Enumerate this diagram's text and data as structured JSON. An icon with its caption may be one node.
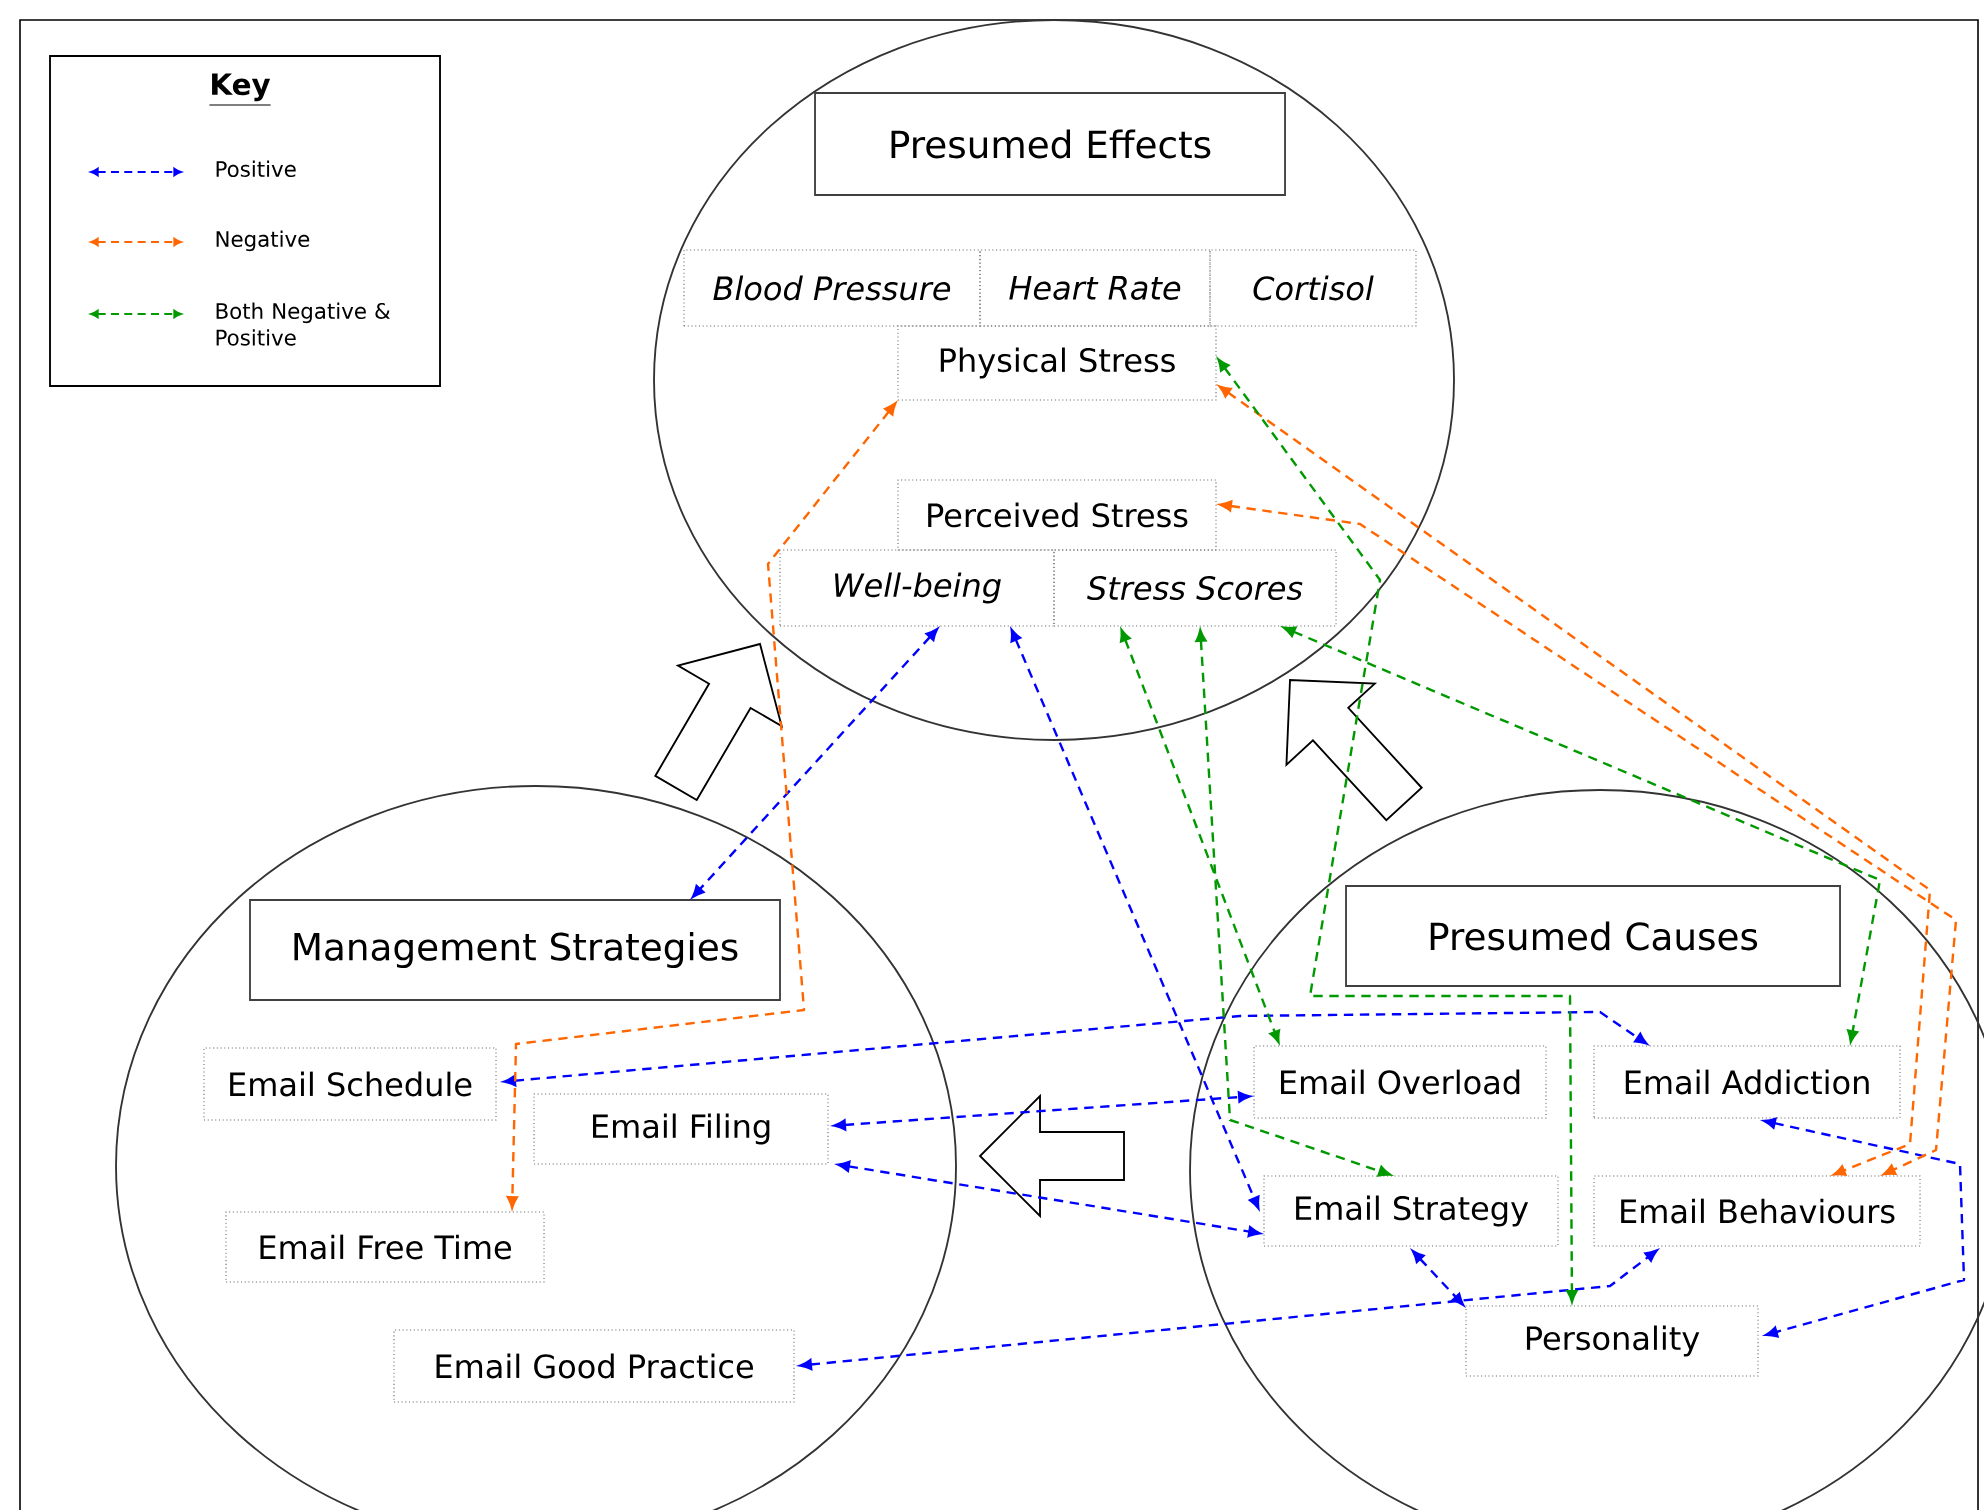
{
  "diagram": {
    "nodes": [
      {
        "text": [],
        "shape": "circle"
      },
      {
        "text": [
          "Presumed Effects"
        ],
        "in": 0
      },
      {
        "text": [
          "Blood Pressure"
        ],
        "in": 0
      },
      {
        "text": [
          "Heart Rate"
        ],
        "in": 0
      },
      {
        "text": [
          "Cortisol"
        ],
        "in": 0
      },
      {
        "text": [
          "Physical Stress"
        ],
        "in": 0
      },
      {
        "text": [
          "Perceived Stress"
        ],
        "in": 0
      },
      {
        "text": [
          "Well-being"
        ],
        "in": 0
      },
      {
        "text": [
          "Stress Scores"
        ],
        "in": 0
      },
      {
        "text": [],
        "shape": "circle"
      },
      {
        "text": [
          "Management Strategies"
        ],
        "in": 9
      },
      {
        "text": [
          "Email Schedule"
        ],
        "in": 9
      },
      {
        "text": [
          "Email Filing"
        ],
        "in": 9
      },
      {
        "text": [
          "Email Free Time"
        ],
        "in": 9
      },
      {
        "text": [
          "Email Good Practice"
        ],
        "in": 9
      },
      {
        "text": [],
        "shape": "circle"
      },
      {
        "text": [
          "Presumed Causes"
        ],
        "in": 15
      },
      {
        "text": [
          "Email Overload"
        ],
        "in": 15
      },
      {
        "text": [
          "Email Addiction"
        ],
        "in": 15
      },
      {
        "text": [
          "Email Strategy"
        ],
        "in": 15
      },
      {
        "text": [
          "Email Behaviours"
        ],
        "in": 15
      },
      {
        "text": [
          "Personality"
        ],
        "in": 15
      }
    ],
    "edges": [
      {
        "from": 9,
        "to": 0,
        "arrow": "to"
      },
      {
        "from": 15,
        "to": 0,
        "arrow": "to"
      },
      {
        "from": 15,
        "to": 9,
        "arrow": "to"
      },
      {
        "from": 7,
        "to": 10,
        "arrow": "both",
        "style": "dashed",
        "color": "#0000ff"
      },
      {
        "from": 7,
        "to": 19,
        "arrow": "both",
        "style": "dashed",
        "color": "#0000ff"
      },
      {
        "from": 11,
        "to": 18,
        "arrow": "both",
        "style": "dashed",
        "color": "#0000ff"
      },
      {
        "from": 12,
        "to": 17,
        "arrow": "both",
        "style": "dashed",
        "color": "#0000ff"
      },
      {
        "from": 12,
        "to": 19,
        "arrow": "both",
        "style": "dashed",
        "color": "#0000ff"
      },
      {
        "from": 14,
        "to": 20,
        "arrow": "both",
        "style": "dashed",
        "color": "#0000ff"
      },
      {
        "from": 19,
        "to": 21,
        "arrow": "both",
        "style": "dashed",
        "color": "#0000ff"
      },
      {
        "from": 18,
        "to": 21,
        "arrow": "both",
        "style": "dashed",
        "color": "#0000ff"
      },
      {
        "from": 5,
        "to": 13,
        "arrow": "both",
        "style": "dashed",
        "color": "#ff6600"
      },
      {
        "from": 5,
        "to": 20,
        "arrow": "both",
        "style": "dashed",
        "color": "#ff6600"
      },
      {
        "from": 6,
        "to": 20,
        "arrow": "both",
        "style": "dashed",
        "color": "#ff6600"
      },
      {
        "from": 5,
        "to": 21,
        "arrow": "both",
        "style": "dashed",
        "color": "#009900"
      },
      {
        "from": 8,
        "to": 17,
        "arrow": "both",
        "style": "dashed",
        "color": "#009900"
      },
      {
        "from": 8,
        "to": 19,
        "arrow": "both",
        "style": "dashed",
        "color": "#009900"
      },
      {
        "from": 8,
        "to": 18,
        "arrow": "both",
        "style": "dashed",
        "color": "#009900"
      }
    ],
    "labels": [
      "Key"
    ],
    "legend": [
      {
        "text": "Positive"
      },
      {
        "text": "Negative"
      },
      {
        "text": "Both Negative & Positive"
      }
    ]
  }
}
